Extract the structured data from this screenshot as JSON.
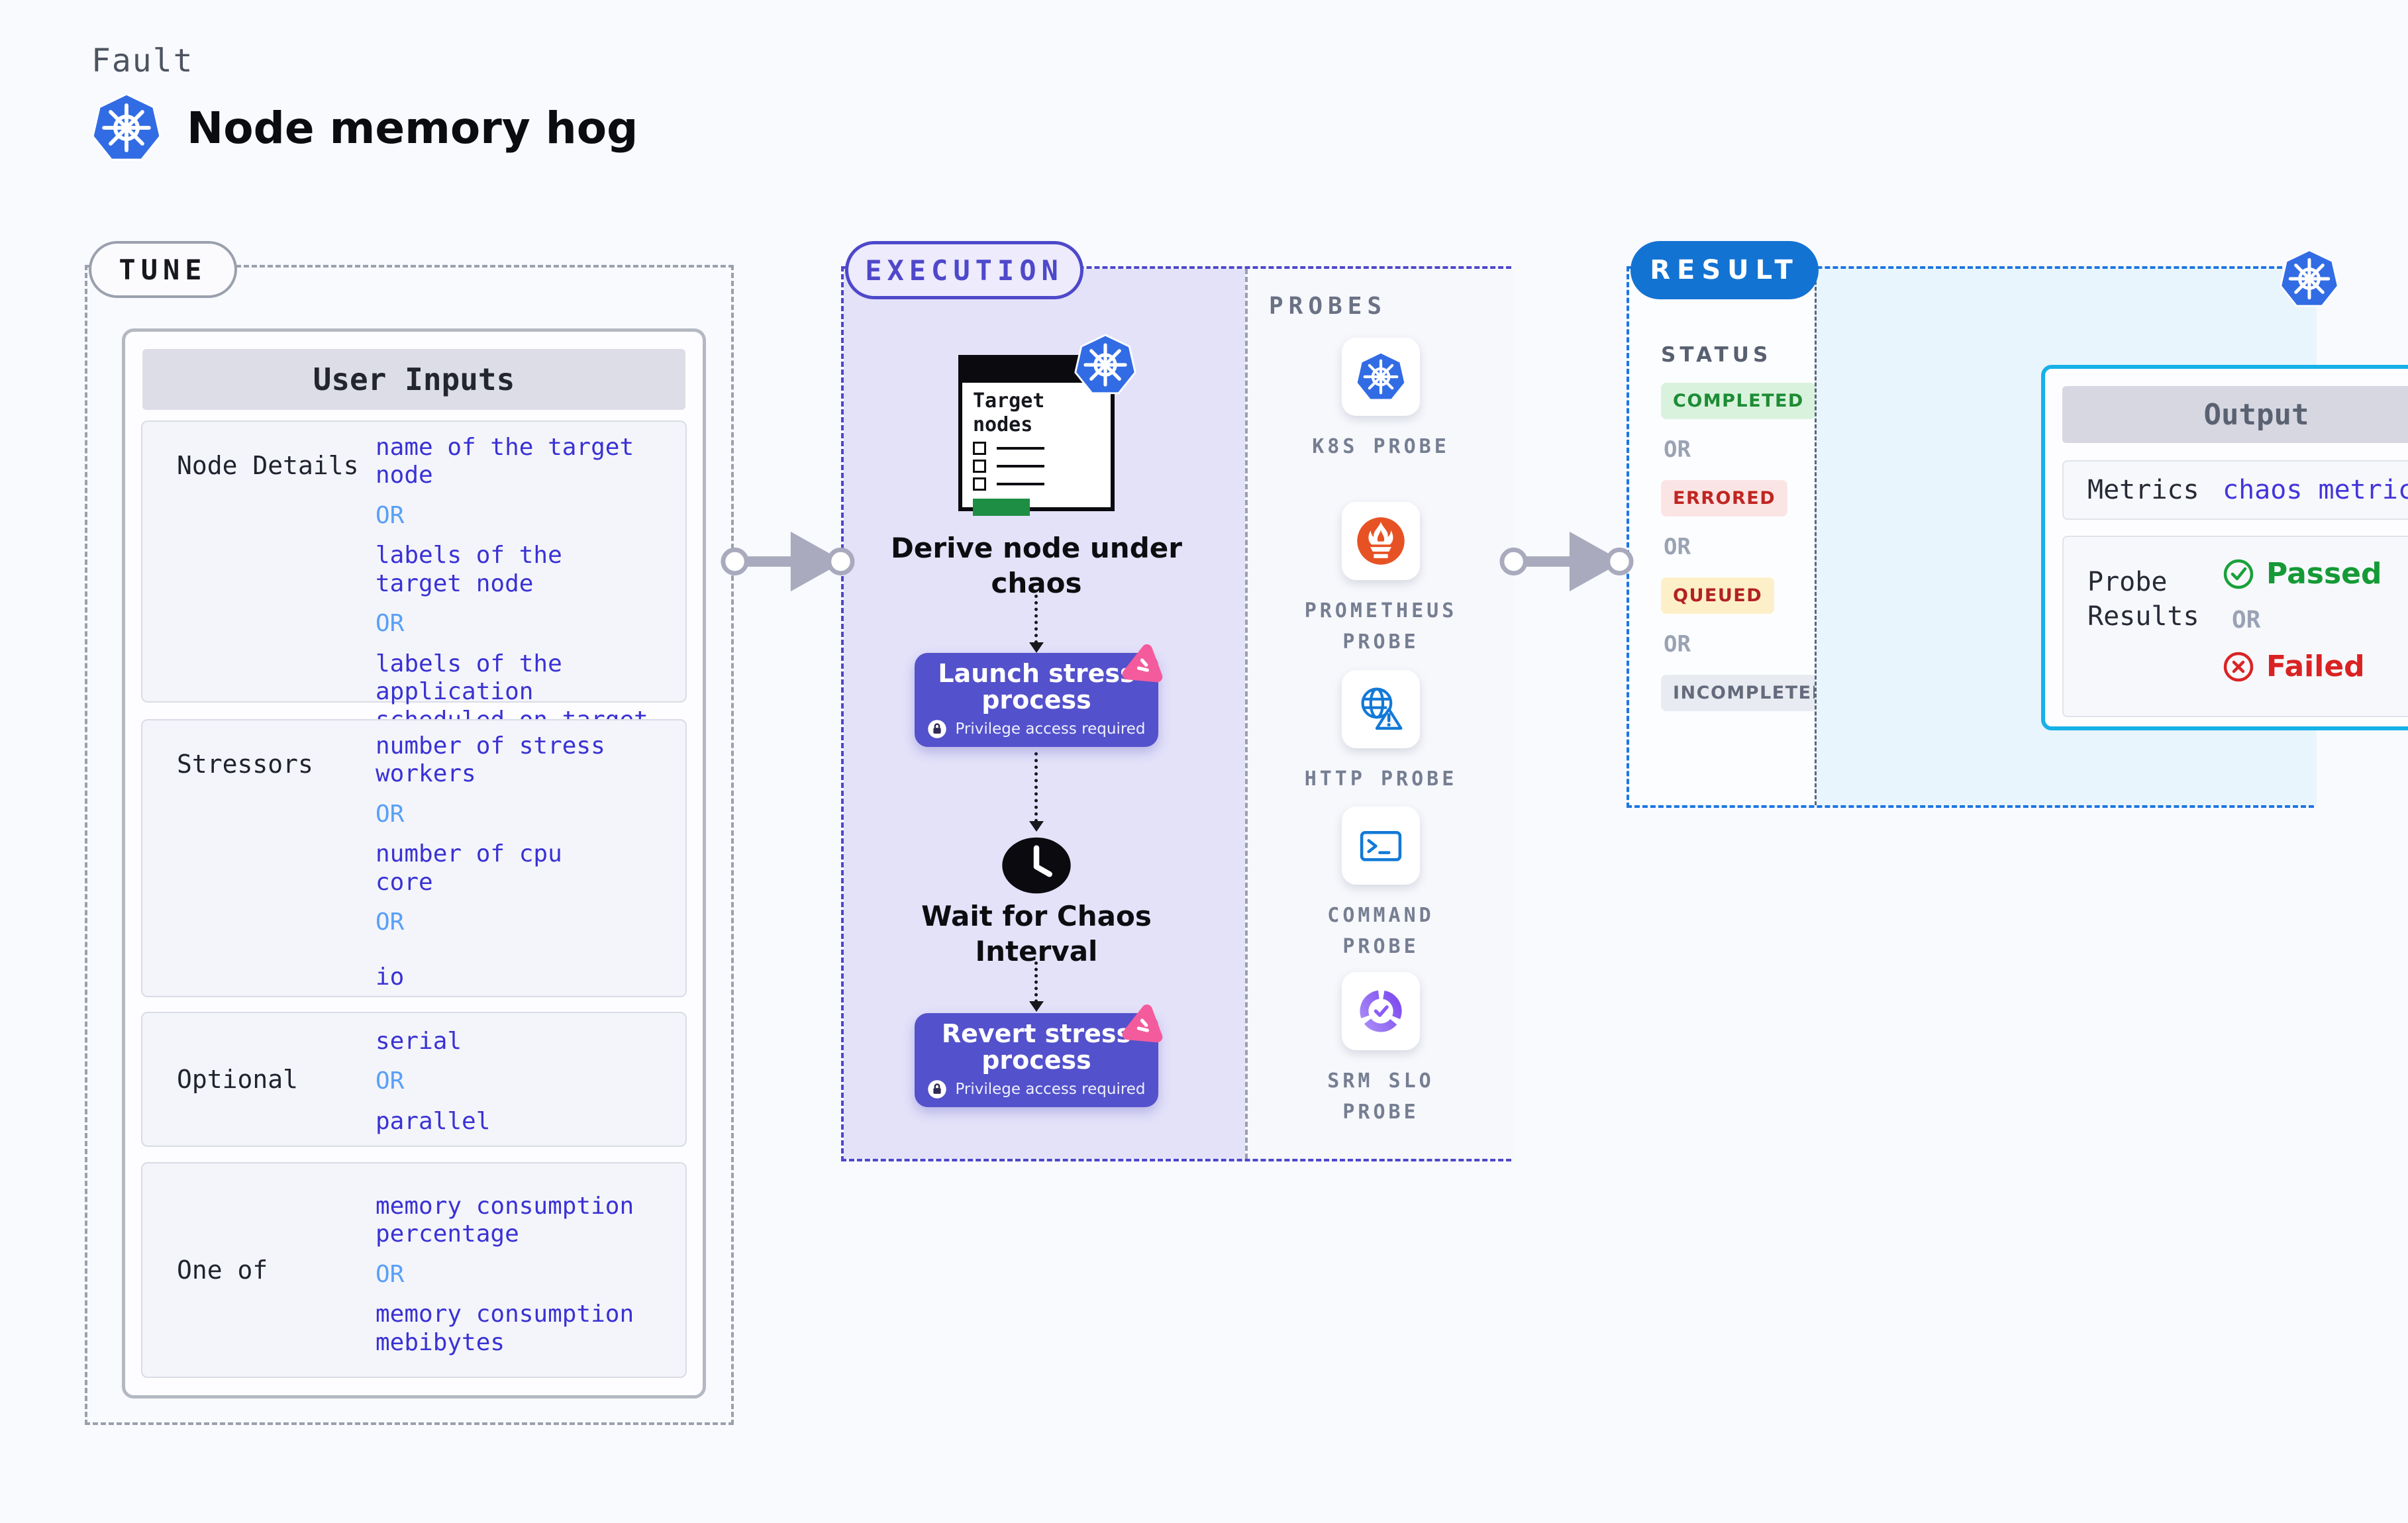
{
  "colors": {
    "page_bg": "#f8fafd",
    "kubernetes_blue": "#326ce5",
    "tune_dash": "#9aa0ad",
    "execution_accent": "#4e48ca",
    "execution_bg": "#e4e2f9",
    "button_indigo": "#5351cb",
    "pink_badge": "#f45b9c",
    "result_dash": "#1d76e2",
    "result_pill_bg": "#1273d3",
    "result_right_bg": "#e8f5fc",
    "output_border": "#17b1e7",
    "value_blue": "#3a32d4",
    "or_light_blue": "#58a0f8",
    "or_gray": "#9aa3b4",
    "completed_green": "#1d8c35",
    "errored_red": "#c02622",
    "queued_amber_bg": "#fdf0c9",
    "passed_green": "#149a36",
    "failed_red": "#da2222"
  },
  "header": {
    "eyebrow": "Fault",
    "title": "Node memory hog",
    "icon": "kubernetes-icon"
  },
  "tune": {
    "tag": "TUNE",
    "table": {
      "title": "User Inputs",
      "rows": [
        {
          "label": "Node Details",
          "entries": [
            "name of the target\nnode",
            "OR",
            "labels of the\ntarget node",
            "OR",
            "labels of the application\nscheduled on target node"
          ]
        },
        {
          "label": "Stressors",
          "entries": [
            "number of stress\nworkers",
            "OR",
            "number of cpu\ncore",
            "OR",
            "io"
          ]
        },
        {
          "label": "Optional",
          "entries": [
            "serial",
            "OR",
            "parallel"
          ]
        },
        {
          "label": "One of",
          "entries": [
            "memory consumption\npercentage",
            "OR",
            "memory consumption\nmebibytes"
          ]
        }
      ]
    }
  },
  "execution": {
    "tag": "EXECUTION",
    "target_card": {
      "title": "Target nodes",
      "icon": "kubernetes-icon"
    },
    "derive_label": "Derive node under\nchaos",
    "launch": {
      "title": "Launch stress\nprocess",
      "subtitle": "Privilege access required",
      "lock_icon": "lock-icon",
      "badge_icon": "chaos-badge-icon"
    },
    "wait_label": "Wait for Chaos\nInterval",
    "clock_icon": "clock-icon",
    "revert": {
      "title": "Revert stress\nprocess",
      "subtitle": "Privilege access required",
      "lock_icon": "lock-icon",
      "badge_icon": "chaos-badge-icon"
    },
    "probes": {
      "title": "PROBES",
      "items": [
        {
          "label": "K8S PROBE",
          "icon": "kubernetes-icon"
        },
        {
          "label": "PROMETHEUS\nPROBE",
          "icon": "prometheus-icon"
        },
        {
          "label": "HTTP PROBE",
          "icon": "http-globe-icon"
        },
        {
          "label": "COMMAND\nPROBE",
          "icon": "terminal-icon"
        },
        {
          "label": "SRM SLO\nPROBE",
          "icon": "slo-gauge-icon"
        }
      ]
    }
  },
  "result": {
    "tag": "RESULT",
    "corner_icon": "kubernetes-icon",
    "status": {
      "title": "STATUS",
      "items": [
        "COMPLETED",
        "OR",
        "ERRORED",
        "OR",
        "QUEUED",
        "OR",
        "INCOMPLETED"
      ]
    },
    "output": {
      "title": "Output",
      "metrics": {
        "label": "Metrics",
        "value": "chaos metrics"
      },
      "probe_results": {
        "label": "Probe\nResults",
        "passed": "Passed",
        "or": "OR",
        "failed": "Failed"
      }
    }
  }
}
